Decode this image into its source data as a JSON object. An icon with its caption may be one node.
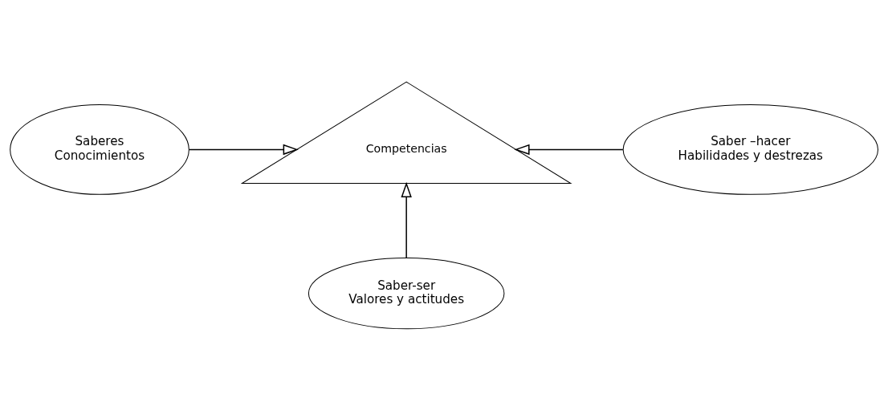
{
  "diagram": {
    "nodes": [
      {
        "text": [
          "Competencias"
        ]
      },
      {
        "text": [
          "Saberes",
          "Conocimientos"
        ]
      },
      {
        "text": [
          "Saber –hacer",
          "Habilidades y destrezas"
        ]
      },
      {
        "text": [
          "Saber-ser",
          "Valores y actitudes"
        ]
      }
    ],
    "edges": [
      {
        "from": 1,
        "to": 0,
        "arrow": "to"
      },
      {
        "from": 2,
        "to": 0,
        "arrow": "to"
      },
      {
        "from": 3,
        "to": 0,
        "arrow": "to"
      }
    ]
  }
}
